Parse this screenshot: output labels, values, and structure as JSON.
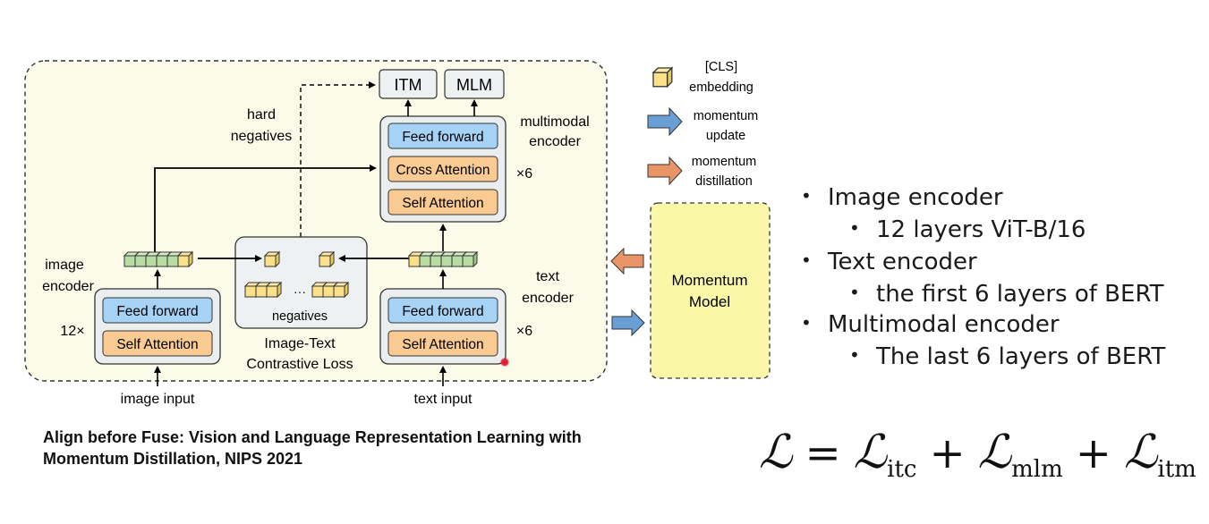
{
  "diagram": {
    "labels": {
      "itm": "ITM",
      "mlm": "MLM",
      "hard_negatives_1": "hard",
      "hard_negatives_2": "negatives",
      "multimodal_encoder_1": "multimodal",
      "multimodal_encoder_2": "encoder",
      "feed_forward": "Feed forward",
      "cross_attention": "Cross Attention",
      "self_attention": "Self Attention",
      "times6": "×6",
      "times12": "12×",
      "image_encoder_1": "image",
      "image_encoder_2": "encoder",
      "text_encoder_1": "text",
      "text_encoder_2": "encoder",
      "negatives": "negatives",
      "ellipsis": "···",
      "itc_1": "Image-Text",
      "itc_2": "Contrastive Loss",
      "image_input": "image input",
      "text_input": "text input",
      "momentum_model_1": "Momentum",
      "momentum_model_2": "Model"
    },
    "legend": [
      {
        "icon": "cls-embedding-cube-icon",
        "line1": "[CLS]",
        "line2": "embedding"
      },
      {
        "icon": "momentum-update-arrow-icon",
        "line1": "momentum",
        "line2": "update",
        "color": "#6a9fd6"
      },
      {
        "icon": "momentum-distillation-arrow-icon",
        "line1": "momentum",
        "line2": "distillation",
        "color": "#e89466"
      }
    ],
    "colors": {
      "container_fill": "#fcfbe9",
      "module_fill": "#ebeeee",
      "feed_forward": "#a6d3f5",
      "attention": "#f9ca91",
      "cls_cube": "#fbe08a",
      "token_green": "#b9dca2",
      "momentum_model_fill": "#fbf7a9",
      "module_box_fill": "#eef1f2"
    }
  },
  "bullets": [
    {
      "level": 1,
      "text": "Image encoder"
    },
    {
      "level": 2,
      "text": "12 layers ViT-B/16"
    },
    {
      "level": 1,
      "text": "Text encoder"
    },
    {
      "level": 2,
      "text": "the first 6 layers of BERT"
    },
    {
      "level": 1,
      "text": "Multimodal encoder"
    },
    {
      "level": 2,
      "text": "The last 6 layers of BERT"
    }
  ],
  "citation": {
    "line1": "Align before Fuse: Vision and Language Representation Learning with",
    "line2": "Momentum Distillation, NIPS 2021"
  },
  "formula": {
    "symbol": "ℒ",
    "equals": "=",
    "plus": "+",
    "terms": [
      "itc",
      "mlm",
      "itm"
    ]
  }
}
